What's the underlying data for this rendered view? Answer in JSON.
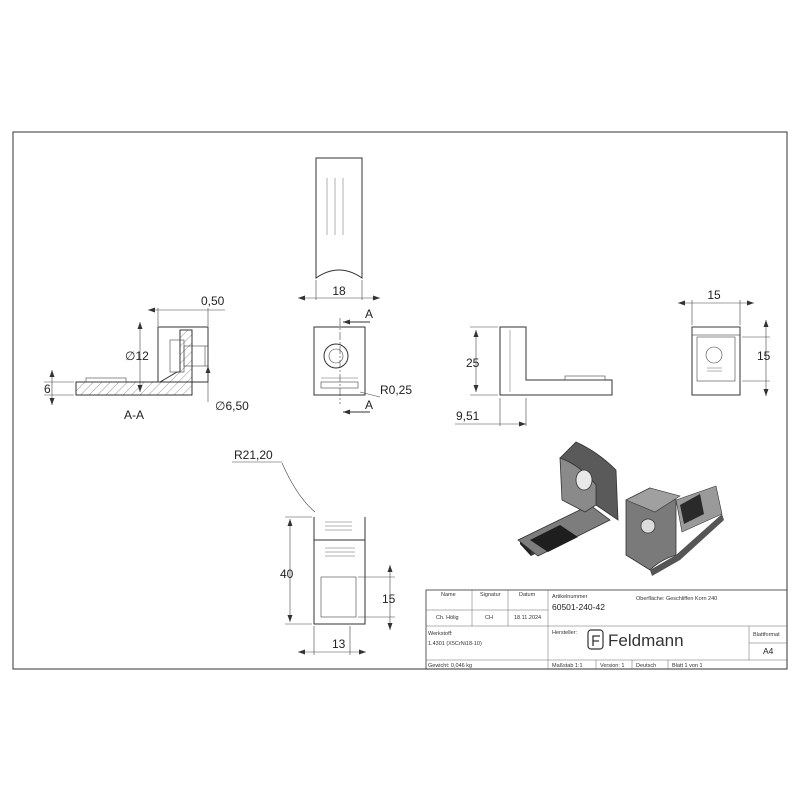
{
  "views": {
    "section_label": "A-A",
    "section_marker": "A",
    "top_view": {
      "width": "18"
    },
    "front_view": {
      "radius": "R0,25"
    },
    "side_view": {
      "height": "25",
      "thickness": "9,51"
    },
    "end_view": {
      "width": "15",
      "height": "15"
    },
    "section_view": {
      "thickness": "0,50",
      "bore_large": "∅12",
      "bore_small": "∅6,50",
      "base": "6"
    },
    "bottom_view": {
      "radius": "R21,20",
      "length": "40",
      "slot_height": "15",
      "slot_width": "13"
    }
  },
  "title_block": {
    "col_name": "Name",
    "col_signature": "Signatur",
    "col_date": "Datum",
    "name": "Ch. Hölig",
    "signature": "CH",
    "date": "18.11.2024",
    "article_label": "Artikelnummer",
    "article_number": "60501-240-42",
    "surface_label": "Oberfläche: Geschliffen Korn 240",
    "material_label": "Werkstoff:",
    "material": "1.4301 (X5CrNi18-10)",
    "manufacturer_label": "Hersteller:",
    "brand": "Feldmann",
    "sheet_format_label": "Blattformat",
    "sheet_format": "A4",
    "weight": "Gewicht: 0,046 kg",
    "scale": "Maßstab 1:1",
    "version": "Version: 1",
    "language": "Deutsch",
    "sheet": "Blatt 1 von 1"
  }
}
